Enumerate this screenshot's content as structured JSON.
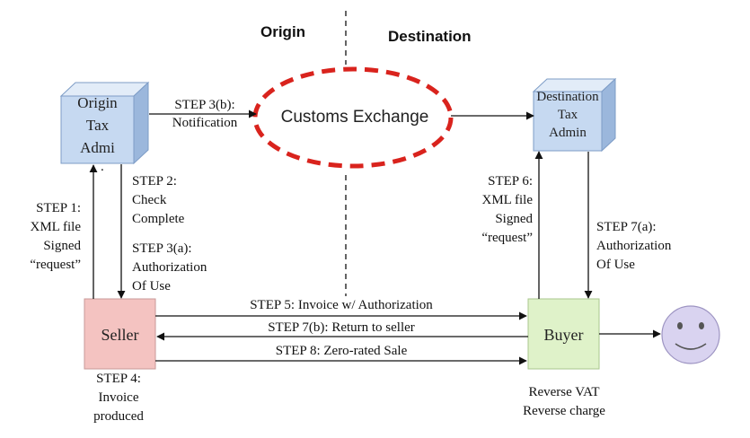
{
  "headers": {
    "origin": "Origin",
    "destination": "Destination"
  },
  "nodes": {
    "origin_tax": [
      "Origin",
      "Tax",
      "Admi"
    ],
    "destination_tax": [
      "Destination",
      "Tax",
      "Admin"
    ],
    "customs": "Customs Exchange",
    "seller": "Seller",
    "buyer": "Buyer"
  },
  "steps": {
    "step3b": [
      "STEP 3(b):",
      "Notification"
    ],
    "step2": [
      "STEP 2:",
      "Check",
      "Complete"
    ],
    "step1": [
      "STEP 1:",
      "XML file",
      "Signed",
      "“request”"
    ],
    "step3a": [
      "STEP 3(a):",
      "Authorization",
      "Of Use"
    ],
    "step6": [
      "STEP 6:",
      "XML file",
      "Signed",
      "“request”"
    ],
    "step7a": [
      "STEP 7(a):",
      "Authorization",
      "Of Use"
    ],
    "step5": "STEP 5: Invoice w/ Authorization",
    "step7b": "STEP 7(b): Return to seller",
    "step8": "STEP 8: Zero-rated Sale",
    "step4": [
      "STEP 4:",
      "Invoice",
      "produced"
    ]
  },
  "buyer_notes": [
    "Reverse VAT",
    "Reverse charge"
  ],
  "dot": ".",
  "colors": {
    "tax_box_front": "#c6d9f1",
    "tax_box_top": "#e2ecf8",
    "tax_box_side": "#9bb7dc",
    "customs_border": "#d9231d",
    "seller_fill": "#f4c3c1",
    "buyer_fill": "#dff2c9",
    "face_fill": "#d9d3f0"
  },
  "icons": {
    "smiley": "smiley-face-icon"
  }
}
